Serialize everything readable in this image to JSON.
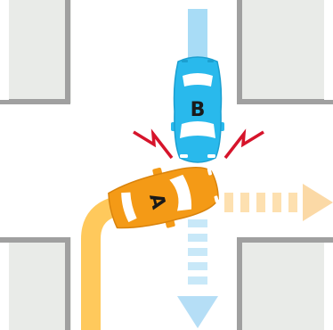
{
  "title": "",
  "colors": {
    "background": "#ffffff",
    "block_fill": "#e9ebe8",
    "curb": "#a0a0a0",
    "car_a": "#f49a16",
    "car_a_path": "#ffc95c",
    "car_a_direction": "#fde0b0",
    "car_b": "#29b9ec",
    "car_b_path": "#a8dcf6",
    "impact": "#d6142b"
  },
  "cars": [
    {
      "id": "car-a",
      "label": "A",
      "color": "car_a",
      "icon": "car-icon"
    },
    {
      "id": "car-b",
      "label": "B",
      "color": "car_b",
      "icon": "car-icon"
    }
  ],
  "icons": {
    "impact": "lightning-bolt-icon",
    "direction": "arrow-icon"
  }
}
